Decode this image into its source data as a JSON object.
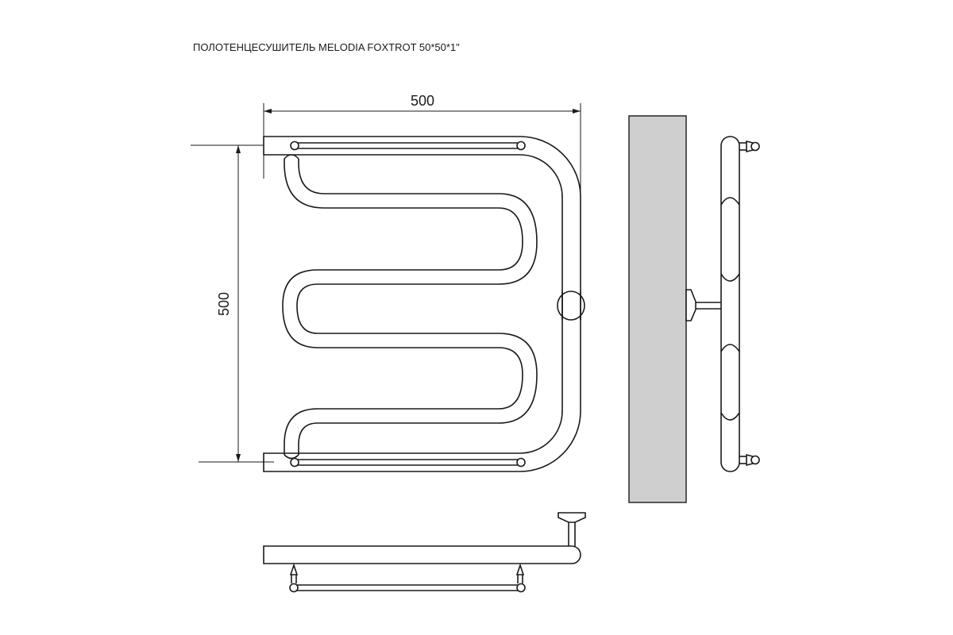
{
  "title": "ПОЛОТЕНЦЕСУШИТЕЛЬ MELODIA FOXTROT 50*50*1\"",
  "dimensions": {
    "width_label": "500",
    "height_label": "500"
  },
  "colors": {
    "line": "#1a1a1a",
    "wall": "#cfcfcf",
    "background": "#ffffff"
  }
}
